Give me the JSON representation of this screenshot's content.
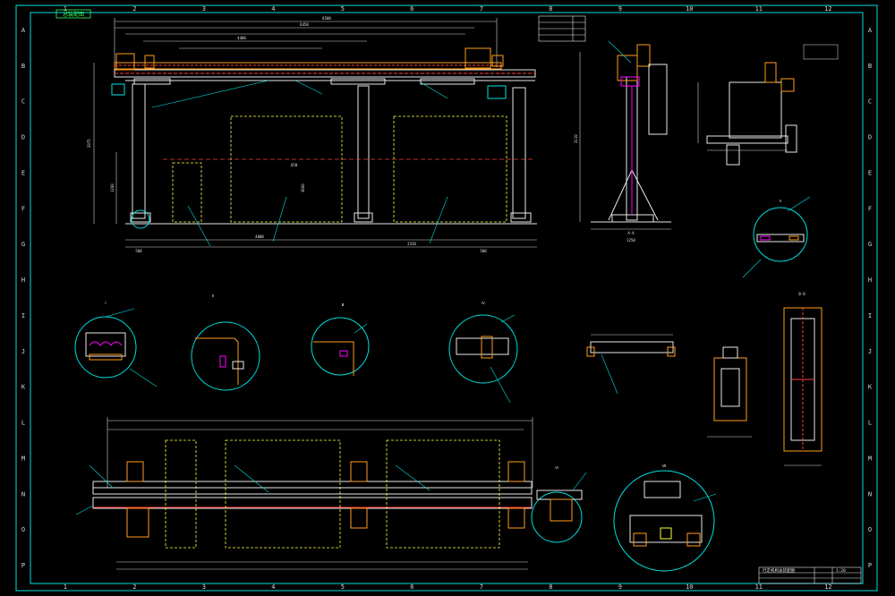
{
  "border": {
    "col_labels": [
      "1",
      "2",
      "3",
      "4",
      "5",
      "6",
      "7",
      "8",
      "9",
      "10",
      "11",
      "12"
    ],
    "row_labels": [
      "A",
      "B",
      "C",
      "D",
      "E",
      "F",
      "G",
      "H",
      "I",
      "J",
      "K",
      "L",
      "M",
      "N",
      "O",
      "P"
    ]
  },
  "top_left_box": "总装配图",
  "front_view": {
    "overall_dim": "8500",
    "beam_dim": "6450",
    "inner_dim": "4480",
    "span_dim": "3600",
    "height_dim": "2975",
    "leg_dim": "1200",
    "gap_dim": "650",
    "bottom_dims": [
      "4000",
      "2520",
      "500",
      "500"
    ]
  },
  "side_view": {
    "section_label": "A-A",
    "height_dim": "3110",
    "base_dim": "1250"
  },
  "detail_labels": {
    "t1": "Ⅰ",
    "t2": "Ⅱ",
    "t3": "Ⅲ",
    "t4": "Ⅳ",
    "t5": "Ⅴ",
    "t6": "Ⅵ",
    "t7": "Ⅶ",
    "section_bb": "B-B"
  },
  "title_block": {
    "title": "行走机构总装配图",
    "rev": "1:20"
  },
  "colors": {
    "frame": "#00e0e0",
    "steel": "#e8e8e8",
    "bolt": "#ff9c1a",
    "rail": "#ff3b3b",
    "accent": "#ff00ff",
    "dim": "#37ff5a",
    "outline": "#ffff3c"
  }
}
